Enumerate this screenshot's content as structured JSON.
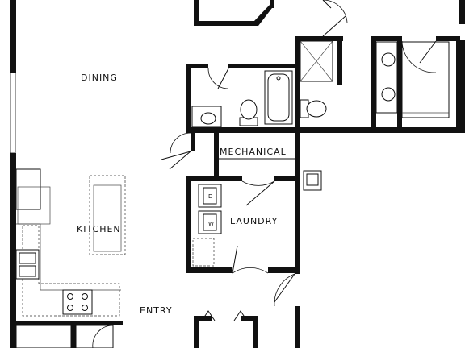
{
  "floor_plan": {
    "rooms": {
      "dining": "DINING",
      "kitchen": "KITCHEN",
      "mechanical": "MECHANICAL",
      "laundry": "LAUNDRY",
      "entry": "ENTRY"
    },
    "appliances": {
      "dryer": "D",
      "washer": "W"
    }
  }
}
